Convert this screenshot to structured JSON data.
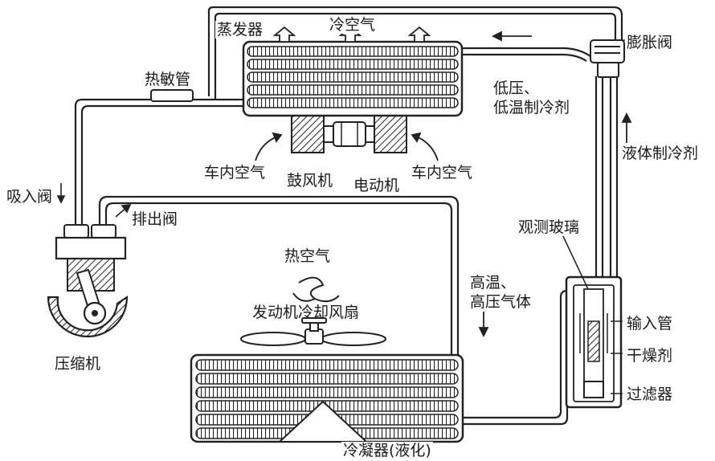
{
  "labels": {
    "evaporator": "蒸发器",
    "cold_air": "冷空气",
    "expansion_valve": "膨胀阀",
    "thermo_tube": "热敏管",
    "low_pressure_line1": "低压、",
    "low_pressure_line2": "低温制冷剂",
    "liquid_refrigerant": "液体制冷剂",
    "cabin_air_left": "车内空气",
    "blower": "鼓风机",
    "motor": "电动机",
    "cabin_air_right": "车内空气",
    "suction_valve": "吸入阀",
    "discharge_valve": "排出阀",
    "sight_glass": "观测玻璃",
    "hot_air": "热空气",
    "high_temp_line1": "高温、",
    "high_temp_line2": "高压气体",
    "engine_fan": "发动机冷却风扇",
    "inlet_tube": "输入管",
    "desiccant": "干燥剂",
    "filter": "过滤器",
    "compressor": "压缩机",
    "condenser": "冷凝器(液化)"
  }
}
